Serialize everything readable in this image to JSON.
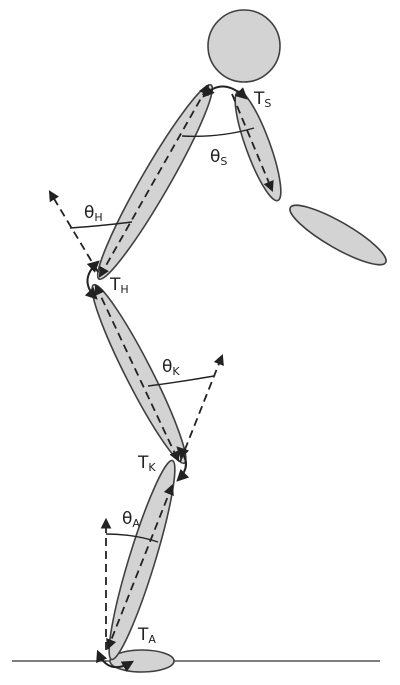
{
  "labels": {
    "theta_s": {
      "symbol": "θ",
      "sub": "S"
    },
    "theta_h": {
      "symbol": "θ",
      "sub": "H"
    },
    "theta_k": {
      "symbol": "θ",
      "sub": "K"
    },
    "theta_a": {
      "symbol": "θ",
      "sub": "A"
    },
    "torque_s": {
      "symbol": "T",
      "sub": "S"
    },
    "torque_h": {
      "symbol": "T",
      "sub": "H"
    },
    "torque_k": {
      "symbol": "T",
      "sub": "K"
    },
    "torque_a": {
      "symbol": "T",
      "sub": "A"
    }
  },
  "colors": {
    "segment_fill": "#d3d3d3",
    "outline": "#404040",
    "line": "#222222"
  }
}
